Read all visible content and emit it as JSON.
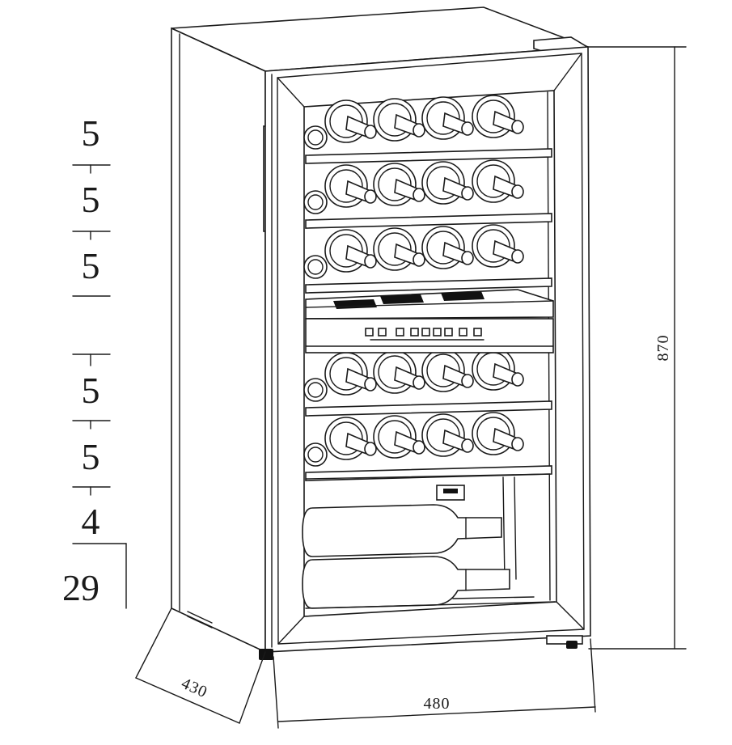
{
  "shelf_counts": [
    "5",
    "5",
    "5",
    "5",
    "5",
    "4"
  ],
  "total_bottles": "29",
  "dimensions": {
    "height": "870",
    "width": "480",
    "depth": "430"
  }
}
